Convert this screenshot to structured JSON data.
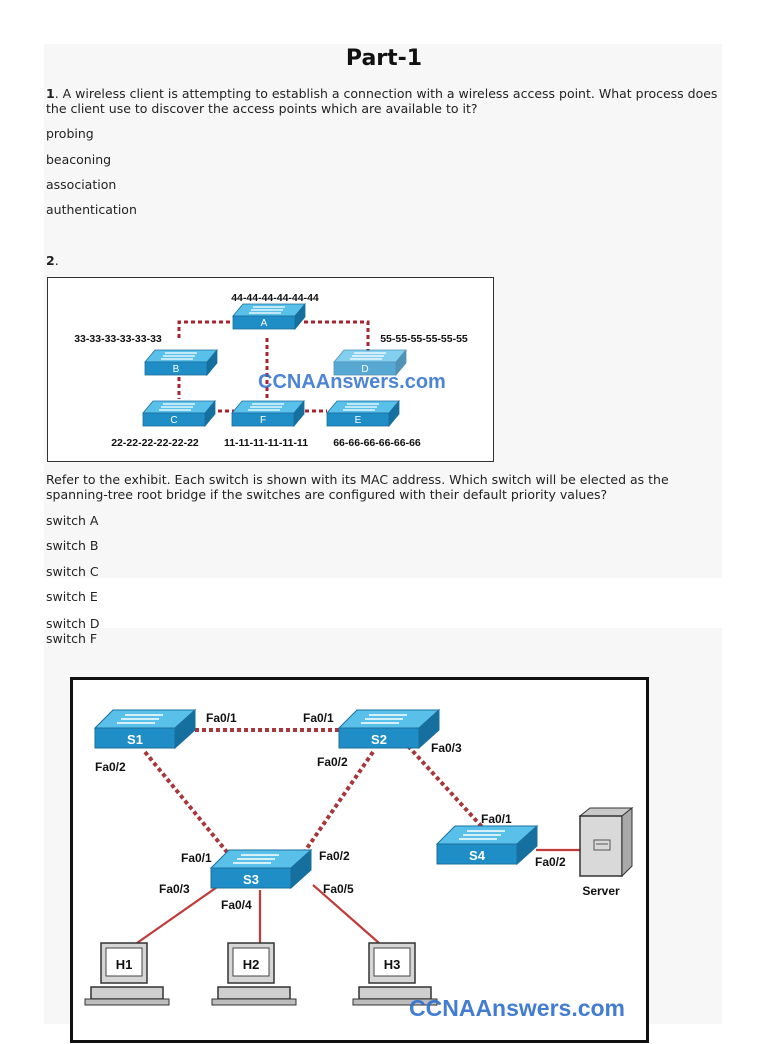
{
  "title": "Part-1",
  "q1": {
    "number": "1",
    "text": ". A wireless client is attempting to establish a connection with a wireless access point. What process does the client use to discover the access points which are available to it?",
    "options": [
      "probing",
      "beaconing",
      "association",
      "authentication"
    ]
  },
  "q2": {
    "number": "2",
    "suffix": ".",
    "text": "Refer to the exhibit. Each switch is shown with its MAC address. Which switch will be elected as the spanning-tree root bridge if the switches are configured with their default priority values?",
    "options": [
      "switch A",
      "switch B",
      "switch C",
      "switch E",
      "switch D",
      "switch F"
    ]
  },
  "exhibit1": {
    "switches": {
      "a": "A",
      "b": "B",
      "c": "C",
      "d": "D",
      "e": "E",
      "f": "F"
    },
    "macs": {
      "a": "44-44-44-44-44-44",
      "b": "33-33-33-33-33-33",
      "d": "55-55-55-55-55-55",
      "c": "22-22-22-22-22-22",
      "f": "11-11-11-11-11-11",
      "e": "66-66-66-66-66-66"
    },
    "watermark": "CCNAAnswers.com"
  },
  "exhibit2": {
    "switches": {
      "s1": "S1",
      "s2": "S2",
      "s3": "S3",
      "s4": "S4"
    },
    "ports": {
      "s1_fa01": "Fa0/1",
      "s1_fa02": "Fa0/2",
      "s2_fa01": "Fa0/1",
      "s2_fa02": "Fa0/2",
      "s2_fa03": "Fa0/3",
      "s3_fa01": "Fa0/1",
      "s3_fa02": "Fa0/2",
      "s3_fa03": "Fa0/3",
      "s3_fa04": "Fa0/4",
      "s3_fa05": "Fa0/5",
      "s4_fa01": "Fa0/1",
      "s4_fa02": "Fa0/2"
    },
    "hosts": {
      "h1": "H1",
      "h2": "H2",
      "h3": "H3"
    },
    "server": "Server",
    "watermark": "CCNAAnswers.com"
  },
  "colors": {
    "switch_top": "#4fb8e4",
    "switch_front": "#1f8dc6",
    "switch_side": "#146c9c",
    "trunk_link": "#b03535",
    "access_link": "#c23a3a",
    "watermark": "#2f6fcf"
  },
  "icons": [
    "switch-icon",
    "pc-icon",
    "server-icon"
  ]
}
